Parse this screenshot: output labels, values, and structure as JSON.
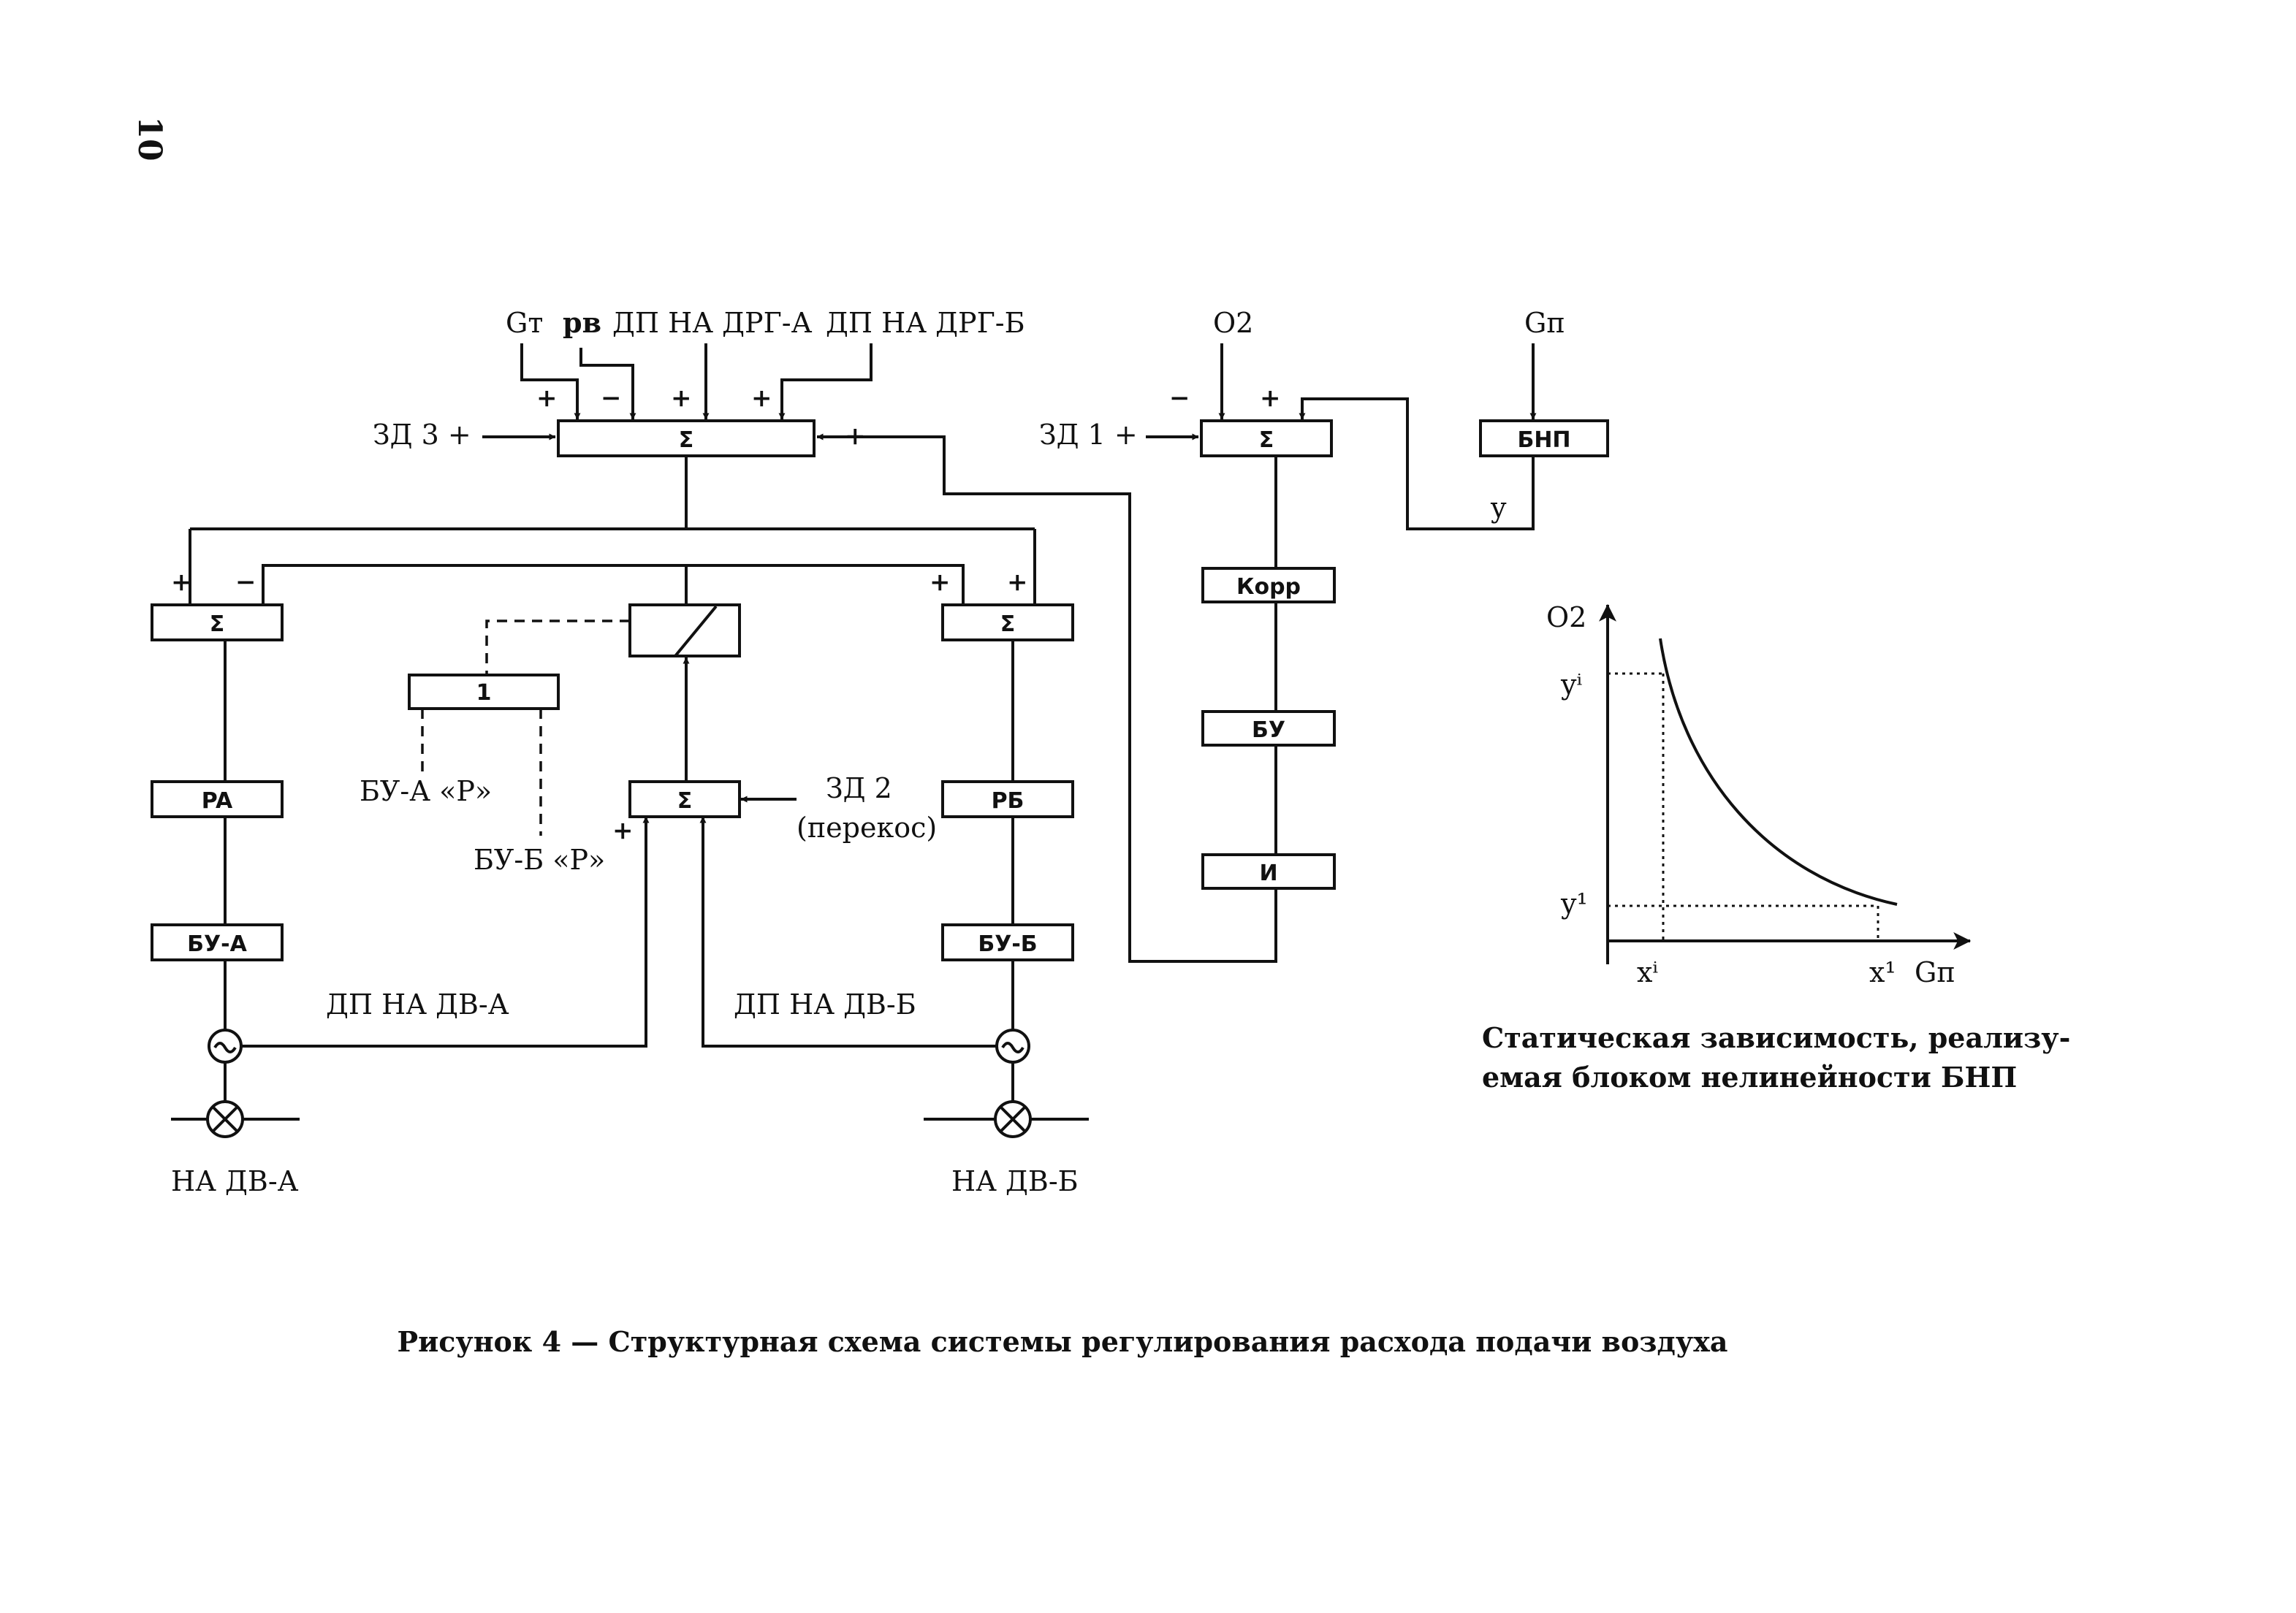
{
  "page_number": "10",
  "caption": "Рисунок 4 — Структурная схема системы регулирования расхода подачи воздуха",
  "inputs": {
    "gt": "Gт",
    "pv": "pв",
    "dp_drg_a": "ДП НА ДРГ-А",
    "dp_drg_b": "ДП НА ДРГ-Б",
    "o2": "O2",
    "gp": "Gп",
    "zd3": "ЗД 3 +",
    "zd1": "ЗД 1 +",
    "zd2": "ЗД 2",
    "zd2_note": "(перекос)"
  },
  "blocks": {
    "sum_main": "Σ",
    "sum_o2": "Σ",
    "bnp": "БНП",
    "sum_left": "Σ",
    "sum_right": "Σ",
    "sum_mid": "Σ",
    "switch_one": "1",
    "korr": "Корр",
    "bu": "БУ",
    "i": "И",
    "pa": "PA",
    "pb": "PБ",
    "bua": "БУ-А",
    "bub": "БУ-Б"
  },
  "labels": {
    "y": "y",
    "bua_p": "БУ-А «P»",
    "bub_p": "БУ-Б «P»",
    "dp_dv_a": "ДП НА ДВ-А",
    "dp_dv_b": "ДП НА ДВ-Б",
    "na_dv_a": "НА ДВ-А",
    "na_dv_b": "НА ДВ-Б"
  },
  "signs": {
    "plus": "+",
    "minus": "−"
  },
  "graph": {
    "y_axis": "O2",
    "x_axis": "Gп",
    "y_top": "yⁱ",
    "y_bottom": "y¹",
    "x_left": "xⁱ",
    "x_right": "x¹",
    "caption_line1": "Статическая зависимость, реализу-",
    "caption_line2": "емая блоком нелинейности БНП"
  }
}
